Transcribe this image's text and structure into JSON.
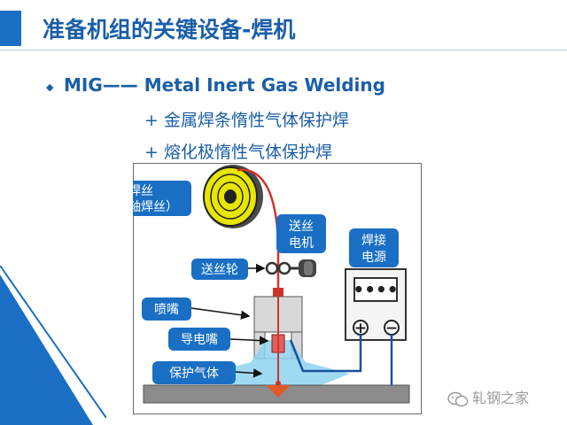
{
  "header": {
    "title": "准备机组的关键设备-焊机"
  },
  "content": {
    "bullet_glyph": "◆",
    "line1": "MIG—— Metal Inert Gas Welding",
    "line2": "+ 金属焊条惰性气体保护焊",
    "line3": "+ 熔化极惰性气体保护焊"
  },
  "diagram": {
    "labels": {
      "wire_line1": "焊丝",
      "wire_line2": "（盘轴焊丝）",
      "feed_motor_line1": "送丝",
      "feed_motor_line2": "电机",
      "power_line1": "焊接",
      "power_line2": "电源",
      "feed_wheel": "送丝轮",
      "nozzle": "喷嘴",
      "contact_tip": "导电嘴",
      "shield_gas": "保护气体"
    },
    "display": "••••",
    "plus": "+",
    "minus": "−"
  },
  "watermark": {
    "text": "轧钢之家"
  },
  "colors": {
    "title": "#1a5ea8",
    "label_box": "#1a6fc4",
    "spool": "#e8e600",
    "wire": "#d2332a",
    "cable": "#1a4fa0",
    "gas": "#8fd3f0"
  }
}
